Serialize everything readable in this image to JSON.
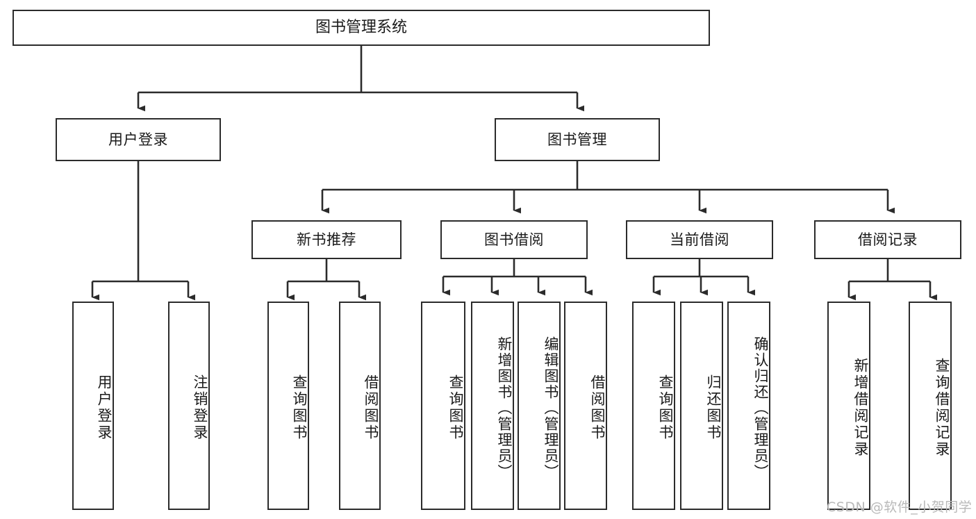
{
  "diagram": {
    "type": "hierarchy-tree",
    "title": "图书管理系统",
    "levels": 4,
    "root": {
      "label": "图书管理系统"
    },
    "level2": [
      {
        "label": "用户登录"
      },
      {
        "label": "图书管理"
      }
    ],
    "level3": [
      {
        "label": "新书推荐"
      },
      {
        "label": "图书借阅"
      },
      {
        "label": "当前借阅"
      },
      {
        "label": "借阅记录"
      }
    ],
    "leaves": {
      "user_login": [
        {
          "label": "用户登录"
        },
        {
          "label": "注销登录"
        }
      ],
      "new_book_recommend": [
        {
          "label": "查询图书"
        },
        {
          "label": "借阅图书"
        }
      ],
      "book_borrow": [
        {
          "label": "查询图书"
        },
        {
          "label": "新增图书（管理员）"
        },
        {
          "label": "编辑图书（管理员）"
        },
        {
          "label": "借阅图书"
        }
      ],
      "current_borrow": [
        {
          "label": "查询图书"
        },
        {
          "label": "归还图书"
        },
        {
          "label": "确认归还（管理员）"
        }
      ],
      "borrow_records": [
        {
          "label": "新增借阅记录"
        },
        {
          "label": "查询借阅记录"
        }
      ]
    }
  },
  "watermark": {
    "text": "CSDN @软件_小贺同学"
  },
  "colors": {
    "stroke": "#2b2b2b",
    "background": "#ffffff",
    "text": "#1a1a1a",
    "watermark": "#b9b9b9"
  }
}
